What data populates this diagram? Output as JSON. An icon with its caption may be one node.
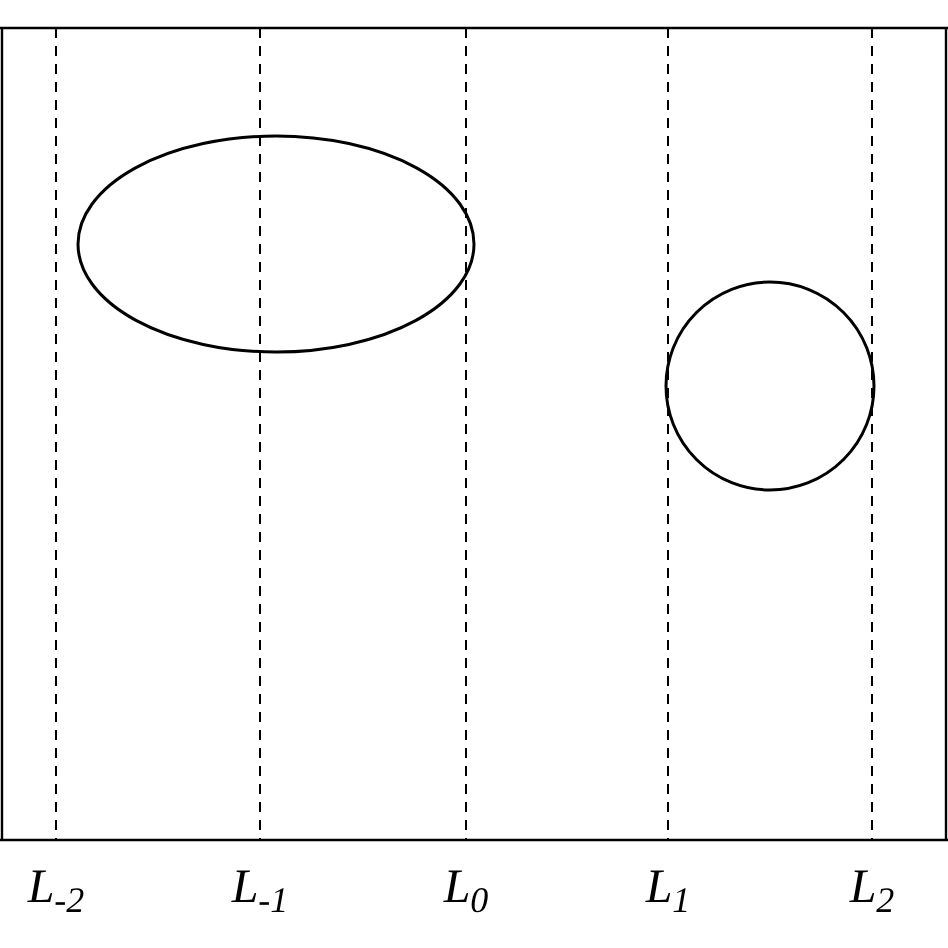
{
  "diagram": {
    "nodes": [
      {
        "text": [],
        "shape": "ellipse"
      },
      {
        "text": [],
        "shape": "circle"
      }
    ],
    "labels": [
      "L$_{-2}$",
      "L$_{-1}$",
      "L$_{0}$",
      "L$_{1}$",
      "L$_{2}$"
    ]
  }
}
